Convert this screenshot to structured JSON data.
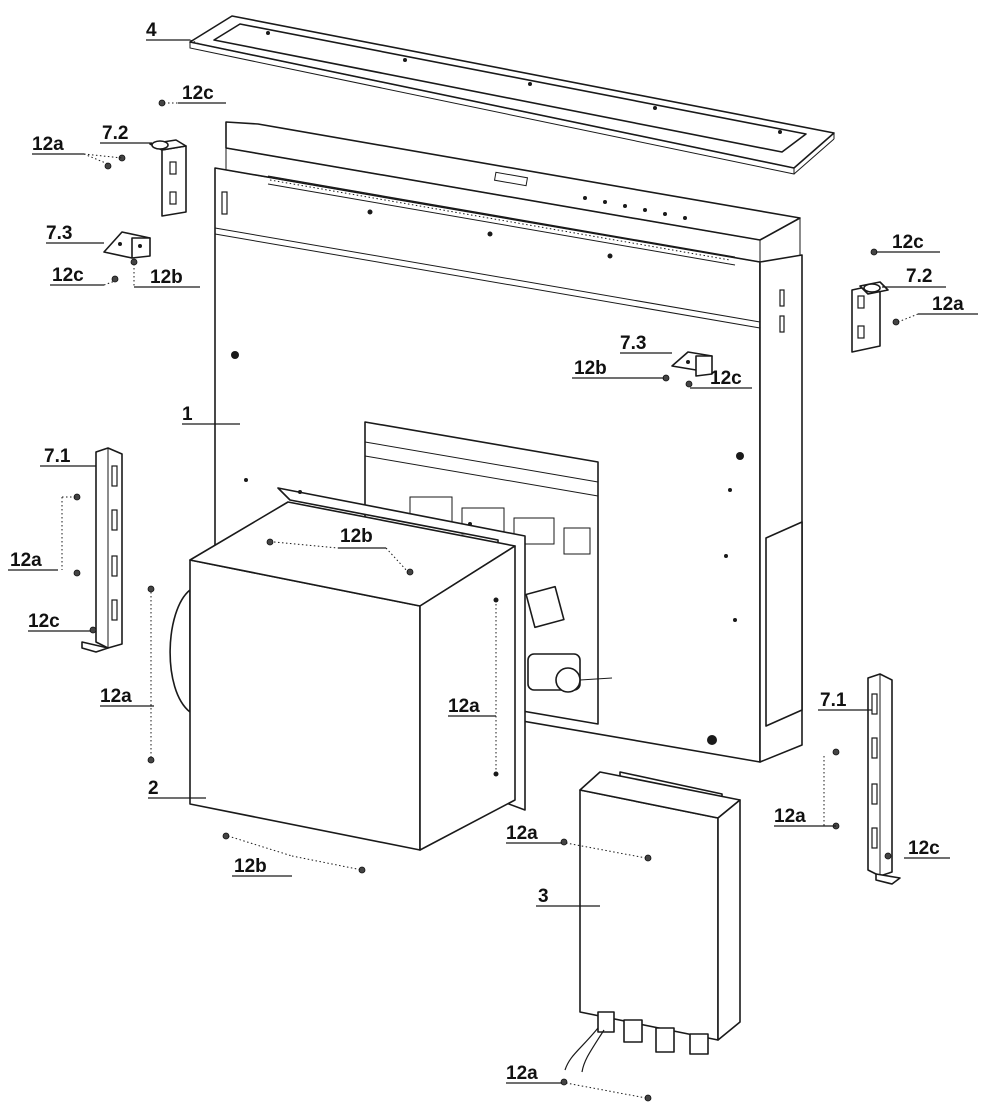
{
  "labels": {
    "top_frame": "4",
    "screw_12c_top": "12c",
    "screw_12a_left_top": "12a",
    "bracket_72_left": "7.2",
    "bracket_73_left": "7.3",
    "screw_12c_left_mid": "12c",
    "screw_12b_left_mid": "12b",
    "screw_12c_right_top": "12c",
    "bracket_72_right": "7.2",
    "screw_12a_right_top": "12a",
    "bracket_73_right": "7.3",
    "screw_12b_right_mid": "12b",
    "screw_12c_right_mid": "12c",
    "main_unit": "1",
    "rail_71_left": "7.1",
    "screw_12a_left_rail": "12a",
    "screw_12c_left_rail": "12c",
    "screw_12b_motor_top": "12b",
    "screw_12a_motor_left": "12a",
    "screw_12a_motor_right": "12a",
    "motor_unit": "2",
    "screw_12b_motor_bottom": "12b",
    "screw_12a_box_top": "12a",
    "control_box": "3",
    "screw_12a_box_bottom": "12a",
    "rail_71_right": "7.1",
    "screw_12a_right_rail": "12a",
    "screw_12c_right_rail": "12c"
  }
}
